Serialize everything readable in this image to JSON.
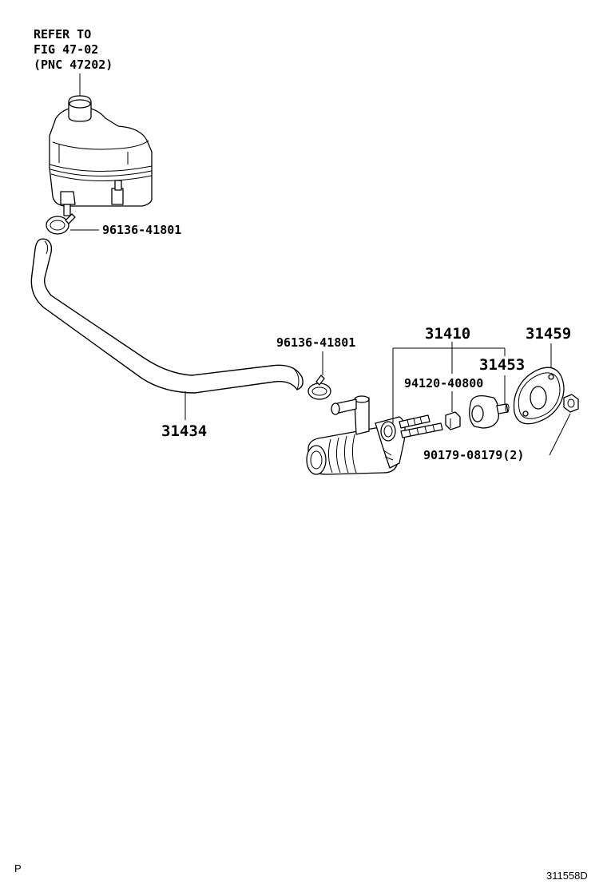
{
  "reference_note": {
    "line1": "REFER TO",
    "line2": "FIG 47-02",
    "line3": "(PNC 47202)"
  },
  "callouts": {
    "clip_upper": "96136-41801",
    "clip_lower": "96136-41801",
    "hose": "31434",
    "master_cylinder_assy": "31410",
    "gasket": "31459",
    "push_rod_clevis": "31453",
    "nut": "94120-40800",
    "bolt": "90179-08179(2)"
  },
  "footer": {
    "page_marker": "P",
    "figure_code": "311558D"
  }
}
